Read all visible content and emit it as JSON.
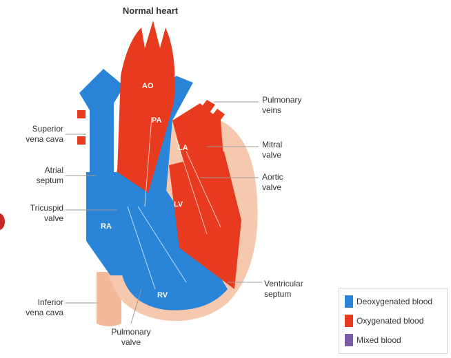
{
  "title": "Normal heart",
  "colors": {
    "deoxygenated": "#2a84d8",
    "oxygenated": "#e83a1e",
    "mixed": "#7b5aa6",
    "muscle": "#f6c9ae",
    "leader": "#9a9a9a"
  },
  "chambers": {
    "ra": "RA",
    "rv": "RV",
    "la": "LA",
    "lv": "LV",
    "ao": "AO",
    "pa": "PA"
  },
  "labels": {
    "superior_vena_cava": "Superior\nvena cava",
    "atrial_septum": "Atrial\nseptum",
    "tricuspid_valve": "Tricuspid\nvalve",
    "inferior_vena_cava": "Inferior\nvena cava",
    "pulmonary_valve": "Pulmonary\nvalve",
    "pulmonary_veins": "Pulmonary\nveins",
    "mitral_valve": "Mitral\nvalve",
    "aortic_valve": "Aortic\nvalve",
    "ventricular_septum": "Ventricular\nseptum"
  },
  "legend": [
    {
      "label": "Deoxygenated blood",
      "color": "#2a84d8",
      "icon": "legend-swatch-blue"
    },
    {
      "label": "Oxygenated blood",
      "color": "#e83a1e",
      "icon": "legend-swatch-red"
    },
    {
      "label": "Mixed blood",
      "color": "#7b5aa6",
      "icon": "legend-swatch-purple"
    }
  ]
}
